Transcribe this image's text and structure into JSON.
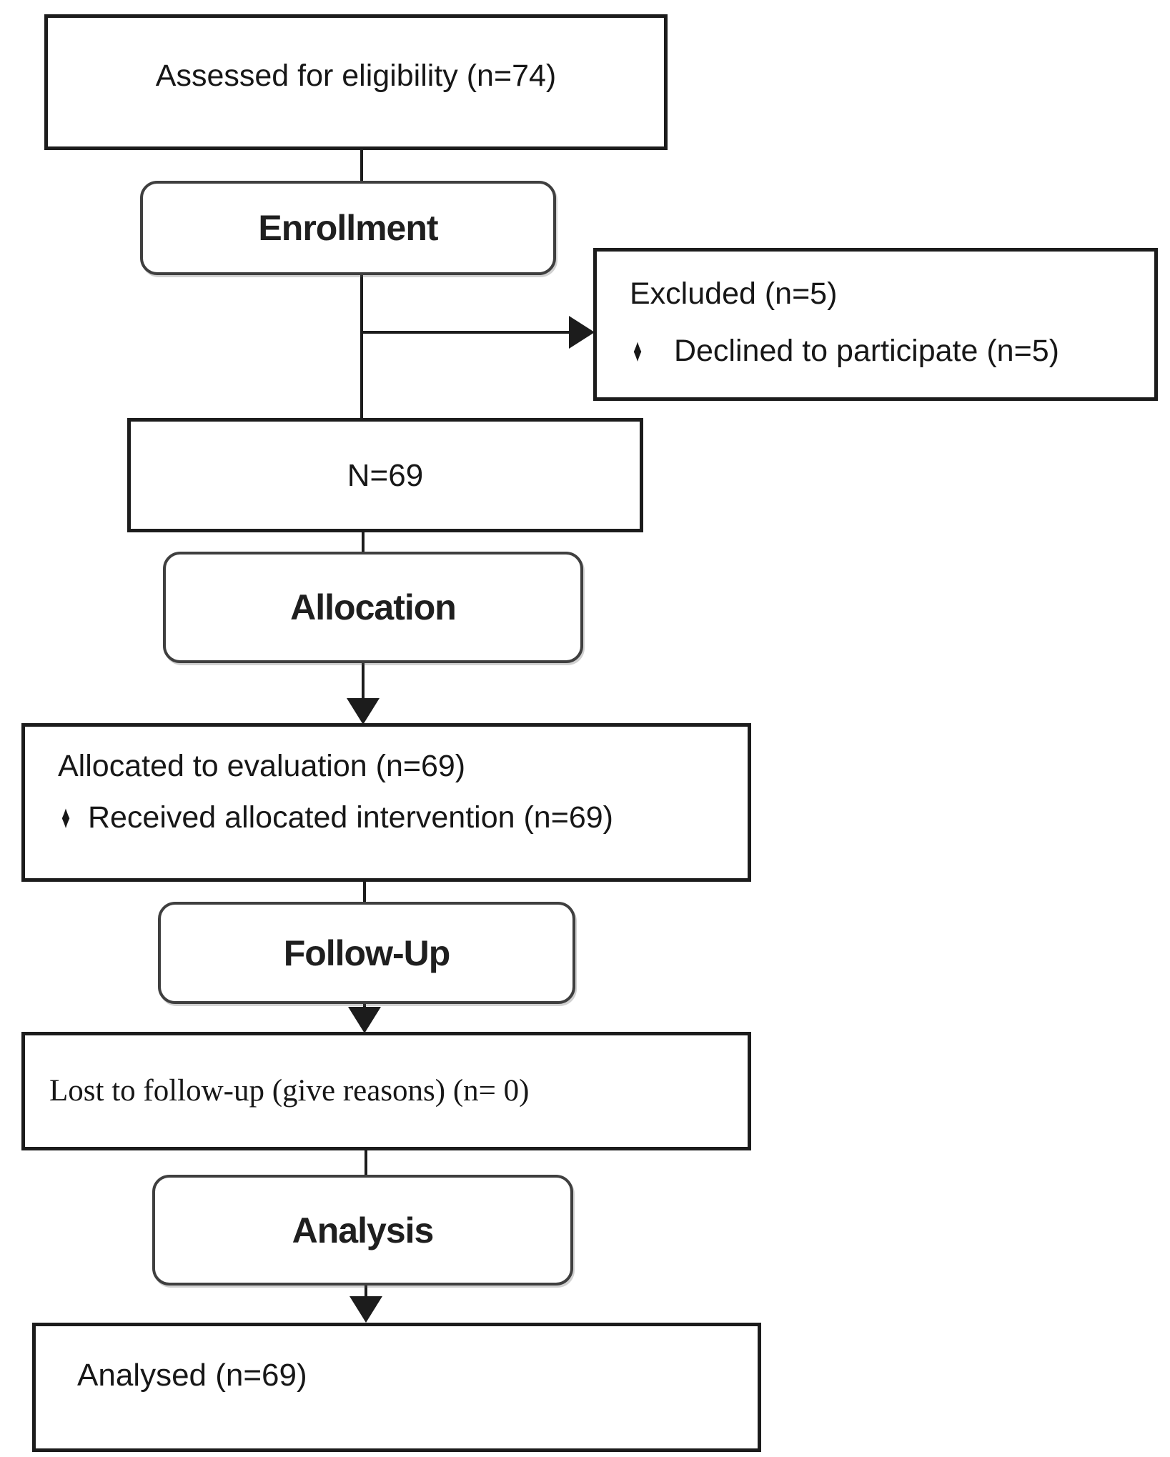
{
  "diagram": {
    "bullet_glyph": "♦",
    "colors": {
      "box_border": "#1c1c1c",
      "stage_border": "#3f3f3f",
      "text": "#171717",
      "background": "#ffffff"
    },
    "boxes": {
      "assessed": {
        "text": "Assessed for eligibility (n=74)"
      },
      "enrollment": {
        "label": "Enrollment"
      },
      "excluded": {
        "title": "Excluded (n=5)",
        "bullet": "Declined to participate (n=5)"
      },
      "n69": {
        "text": "N=69"
      },
      "allocation": {
        "label": "Allocation"
      },
      "allocated": {
        "title": "Allocated to evaluation (n=69)",
        "bullet": "Received allocated intervention (n=69)"
      },
      "followup": {
        "label": "Follow-Up"
      },
      "lost": {
        "text": "Lost to follow-up (give reasons) (n= 0)"
      },
      "analysis": {
        "label": "Analysis"
      },
      "analysed": {
        "text": "Analysed (n=69)"
      }
    }
  }
}
